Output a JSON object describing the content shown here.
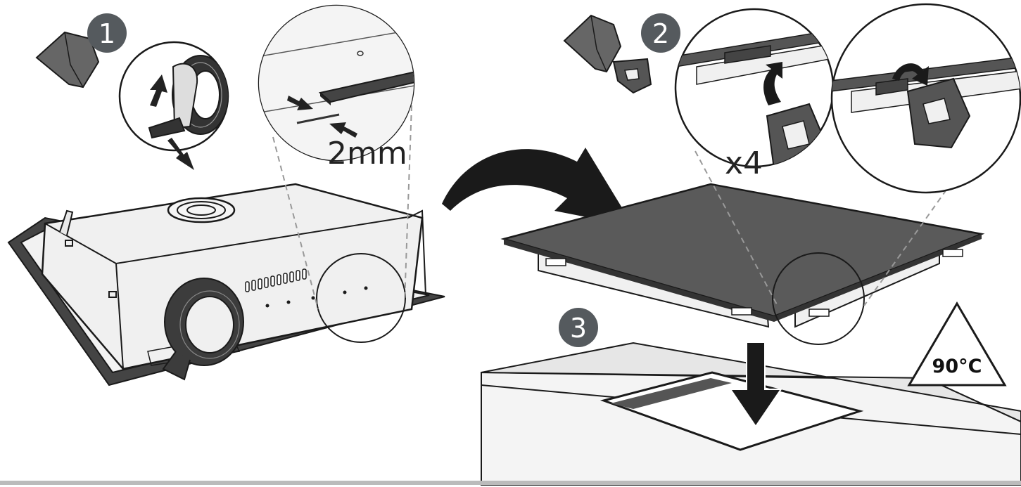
{
  "steps": [
    {
      "number": "1"
    },
    {
      "number": "2"
    },
    {
      "number": "3"
    }
  ],
  "annotations": {
    "gap": "2mm",
    "clip_count": "x4",
    "temperature": "90°C"
  },
  "colors": {
    "badge": "#555a5e",
    "glass": "#5a5a5a",
    "tape": "#3c3c3c",
    "outline": "#1a1a1a",
    "light_fill": "#f0f0f0"
  }
}
